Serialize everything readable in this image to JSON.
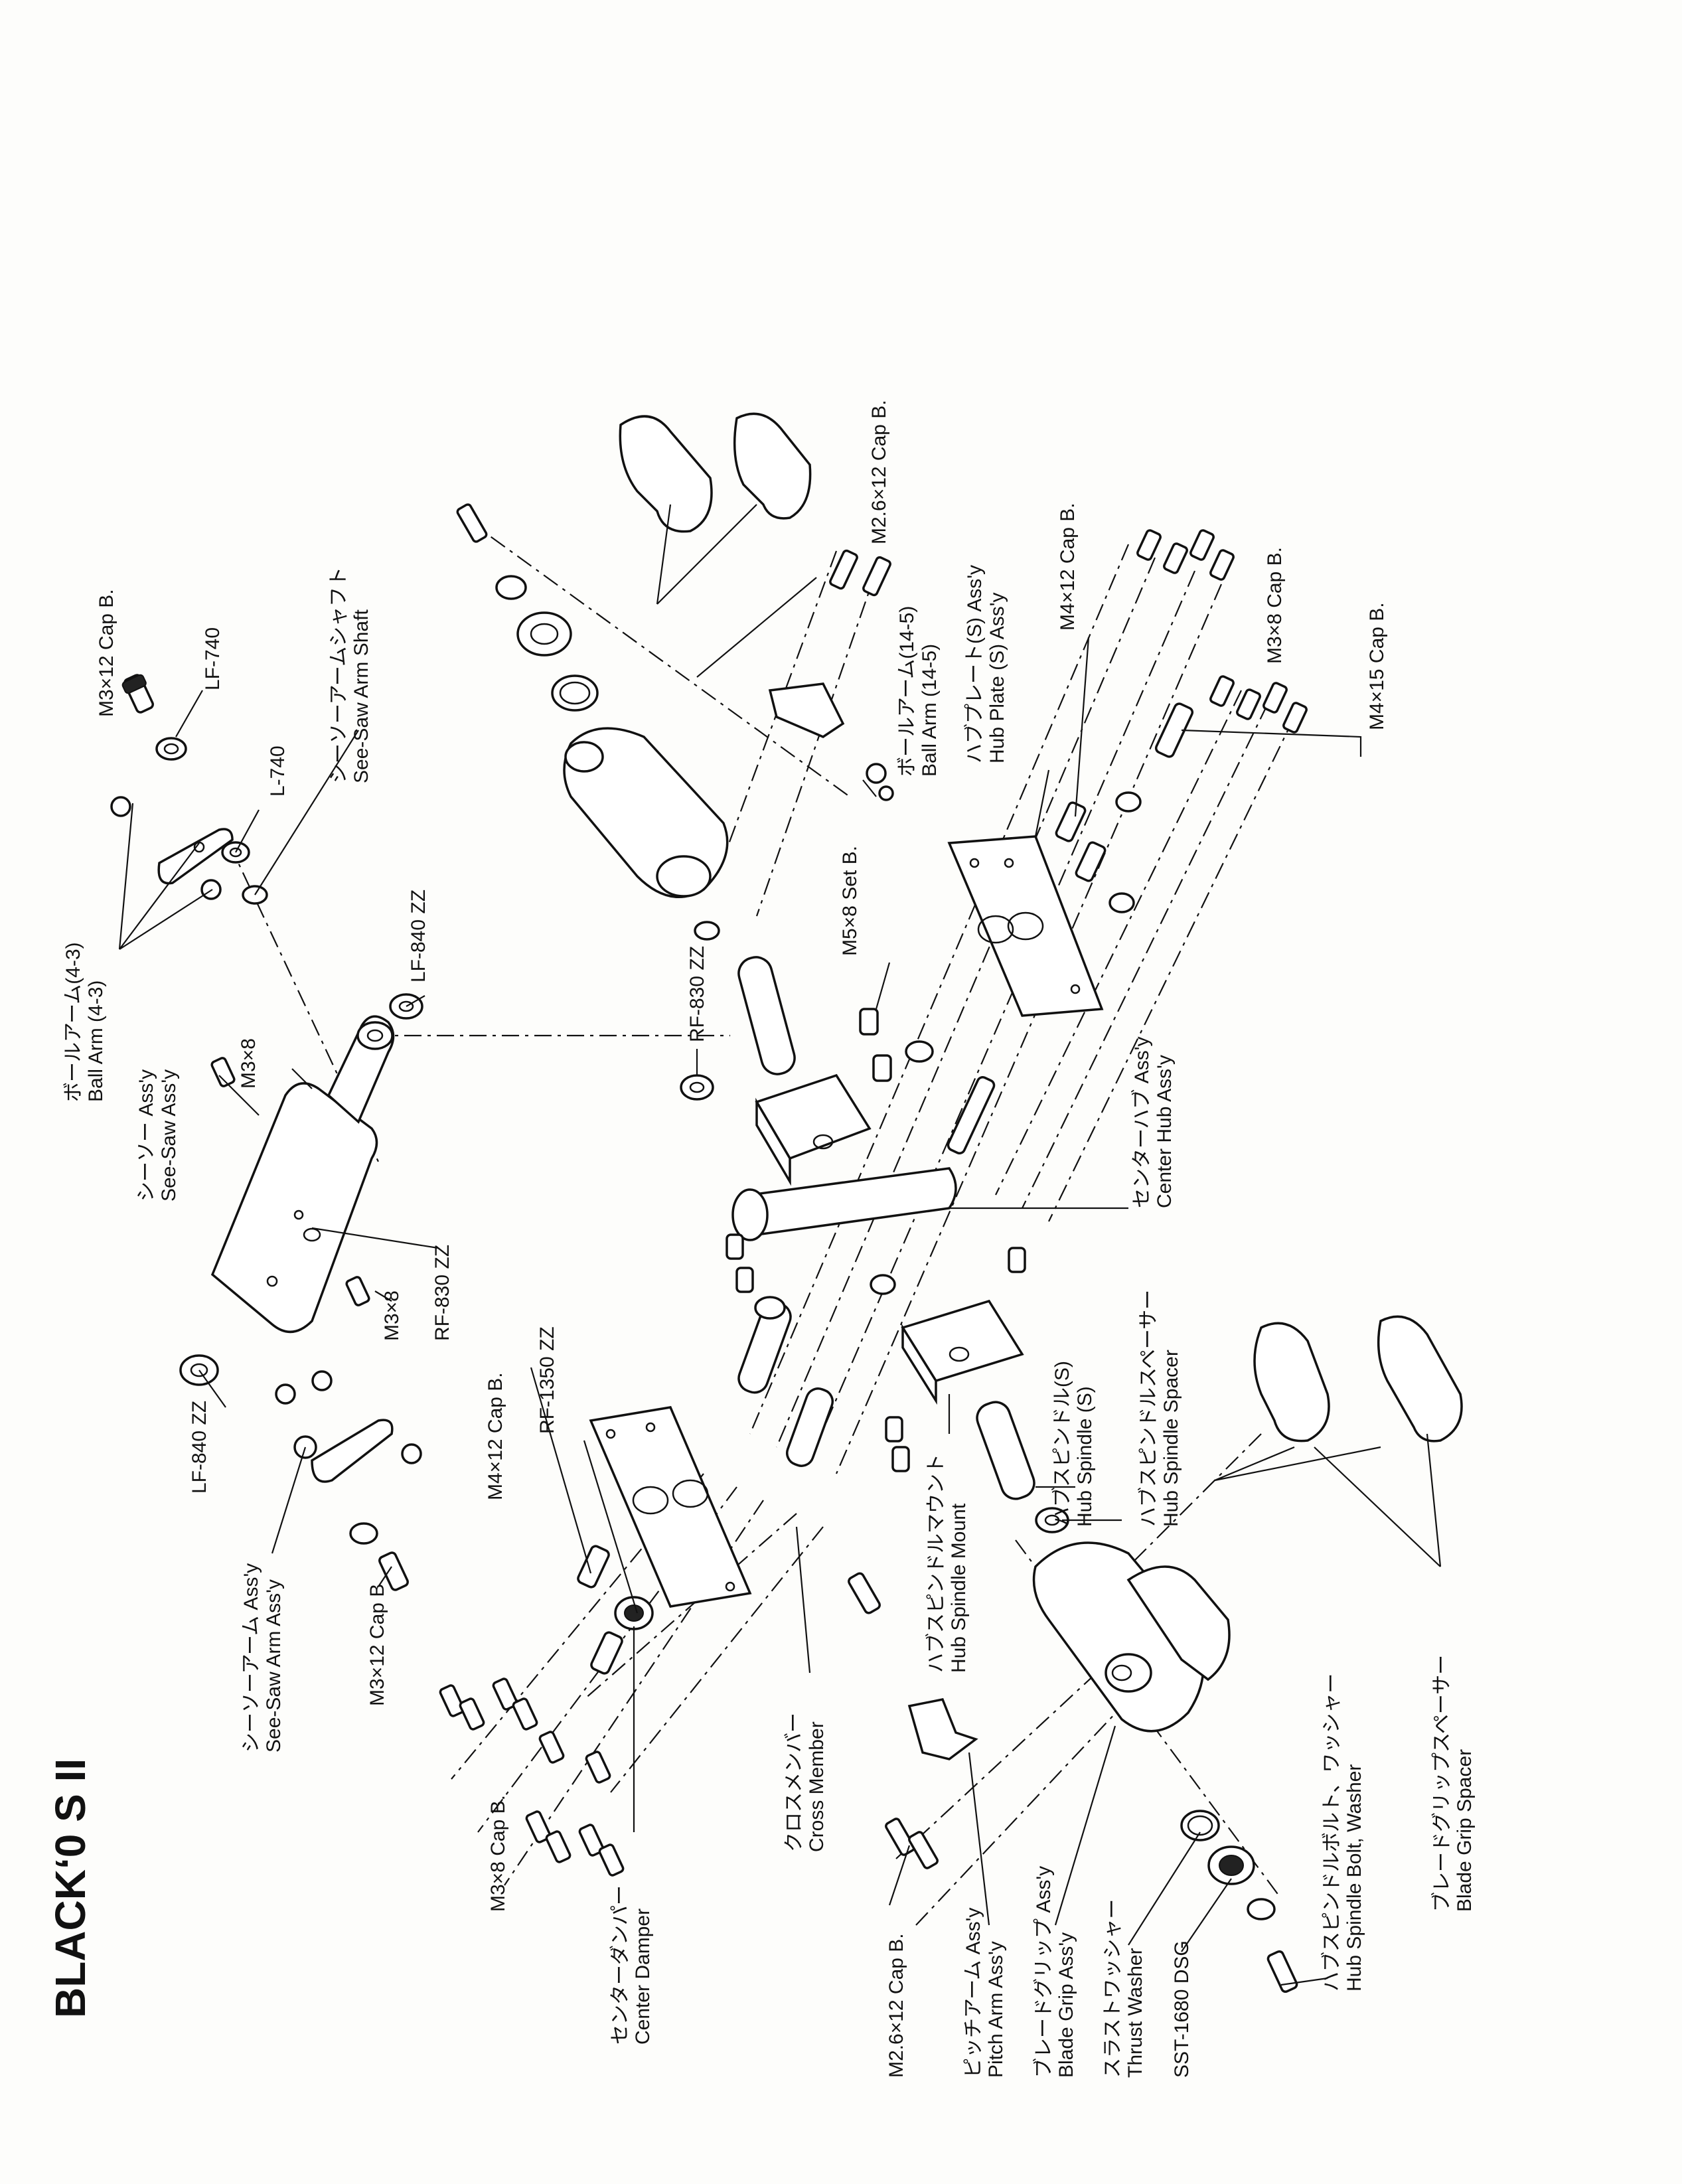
{
  "title": "BLACKʻ0 S II",
  "labels": {
    "m3x12_cap_b_top": "M3×12 Cap B.",
    "lf740": "LF-740",
    "l740": "L-740",
    "seesaw_shaft_jp": "シーソーアームシャフト",
    "seesaw_shaft_en": "See-Saw Arm Shaft",
    "ball_arm_43_jp": "ボールアーム(4-3)",
    "ball_arm_43_en": "Ball Arm (4-3)",
    "lf840_top": "LF-840 ZZ",
    "seesaw_assy_jp": "シーソー Ass'y",
    "seesaw_assy_en": "See-Saw Ass'y",
    "m3x8_a": "M3×8",
    "m3x8_b": "M3×8",
    "rf830_left": "RF-830 ZZ",
    "lf840_bottom": "LF-840 ZZ",
    "seesaw_arm_assy_jp": "シーソーアーム Ass'y",
    "seesaw_arm_assy_en": "See-Saw Arm Ass'y",
    "m3x12_cap_b_bottom": "M3×12 Cap B",
    "m26x12_top": "M2.6×12 Cap B.",
    "ball_arm_145_jp": "ボールアーム(14-5)",
    "ball_arm_145_en": "Ball Arm (14-5)",
    "hub_plate_jp": "ハブプレート(S) Ass'y",
    "hub_plate_en": "Hub Plate (S) Ass'y",
    "m4x12_cap_b_right": "M4×12 Cap B.",
    "m3x8_cap_b_right": "M3×8 Cap B.",
    "m4x15_cap_b": "M4×15 Cap B.",
    "rf830_mid": "RF-830 ZZ",
    "m5x8_set_b": "M5×8 Set B.",
    "center_hub_jp": "センターハブ Ass'y",
    "center_hub_en": "Center Hub Ass'y",
    "m4x12_cap_b_left": "M4×12 Cap B.",
    "rf1350": "RF-1350 ZZ",
    "m3x8_cap_b_left": "M3×8 Cap B.",
    "center_damper_jp": "センターダンパー",
    "center_damper_en": "Center Damper",
    "cross_member_jp": "クロスメンバー",
    "cross_member_en": "Cross Member",
    "hub_spindle_mount_jp": "ハブスピンドルマウント",
    "hub_spindle_mount_en": "Hub Spindle Mount",
    "hub_spindle_jp": "ハブスピンドル(S)",
    "hub_spindle_en": "Hub Spindle (S)",
    "hub_spindle_spacer_jp": "ハブスピンドルスペーサー",
    "hub_spindle_spacer_en": "Hub Spindle Spacer",
    "m26x12_bottom": "M2.6×12 Cap B.",
    "pitch_arm_jp": "ピッチアーム Ass'y",
    "pitch_arm_en": "Pitch Arm Ass'y",
    "blade_grip_jp": "ブレードグリップ Ass'y",
    "blade_grip_en": "Blade Grip Ass'y",
    "thrust_washer_jp": "スラストワッシャー",
    "thrust_washer_en": "Thrust Washer",
    "sst1680": "SST-1680 DSG",
    "hub_bolt_jp": "ハブスピンドルボルト、ワッシャー",
    "hub_bolt_en": "Hub Spindle Bolt, Washer",
    "blade_grip_spacer_jp": "ブレードグリップスペーサー",
    "blade_grip_spacer_en": "Blade Grip Spacer"
  }
}
